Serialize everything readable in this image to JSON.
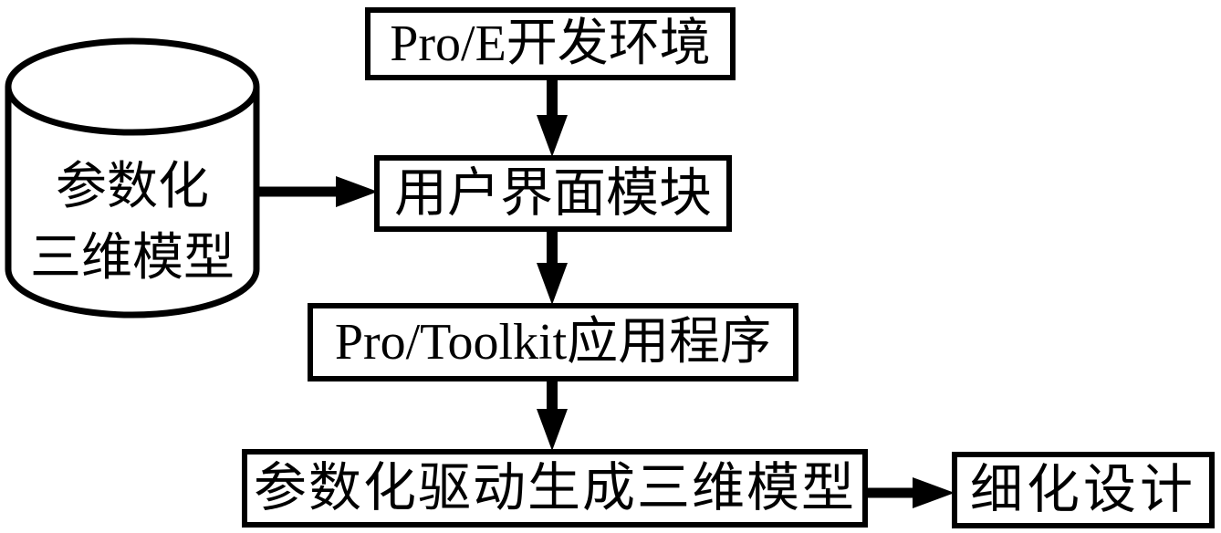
{
  "diagram": {
    "type": "flowchart",
    "colors": {
      "line": "#000000",
      "background": "#ffffff",
      "text": "#000000"
    },
    "nodes": {
      "proe_env": {
        "shape": "rect",
        "label": "Pro/E开发环境"
      },
      "param_model": {
        "shape": "cylinder",
        "line1": "参数化",
        "line2": "三维模型"
      },
      "ui_module": {
        "shape": "rect",
        "label": "用户界面模块"
      },
      "toolkit_app": {
        "shape": "rect",
        "label": "Pro/Toolkit应用程序"
      },
      "param_generate": {
        "shape": "rect",
        "label": "参数化驱动生成三维模型"
      },
      "refine_design": {
        "shape": "rect",
        "label": "细化设计"
      }
    },
    "edges": [
      {
        "from": "proe_env",
        "to": "ui_module",
        "direction": "down"
      },
      {
        "from": "param_model",
        "to": "ui_module",
        "direction": "right"
      },
      {
        "from": "ui_module",
        "to": "toolkit_app",
        "direction": "down"
      },
      {
        "from": "toolkit_app",
        "to": "param_generate",
        "direction": "down"
      },
      {
        "from": "param_generate",
        "to": "refine_design",
        "direction": "right"
      }
    ]
  }
}
